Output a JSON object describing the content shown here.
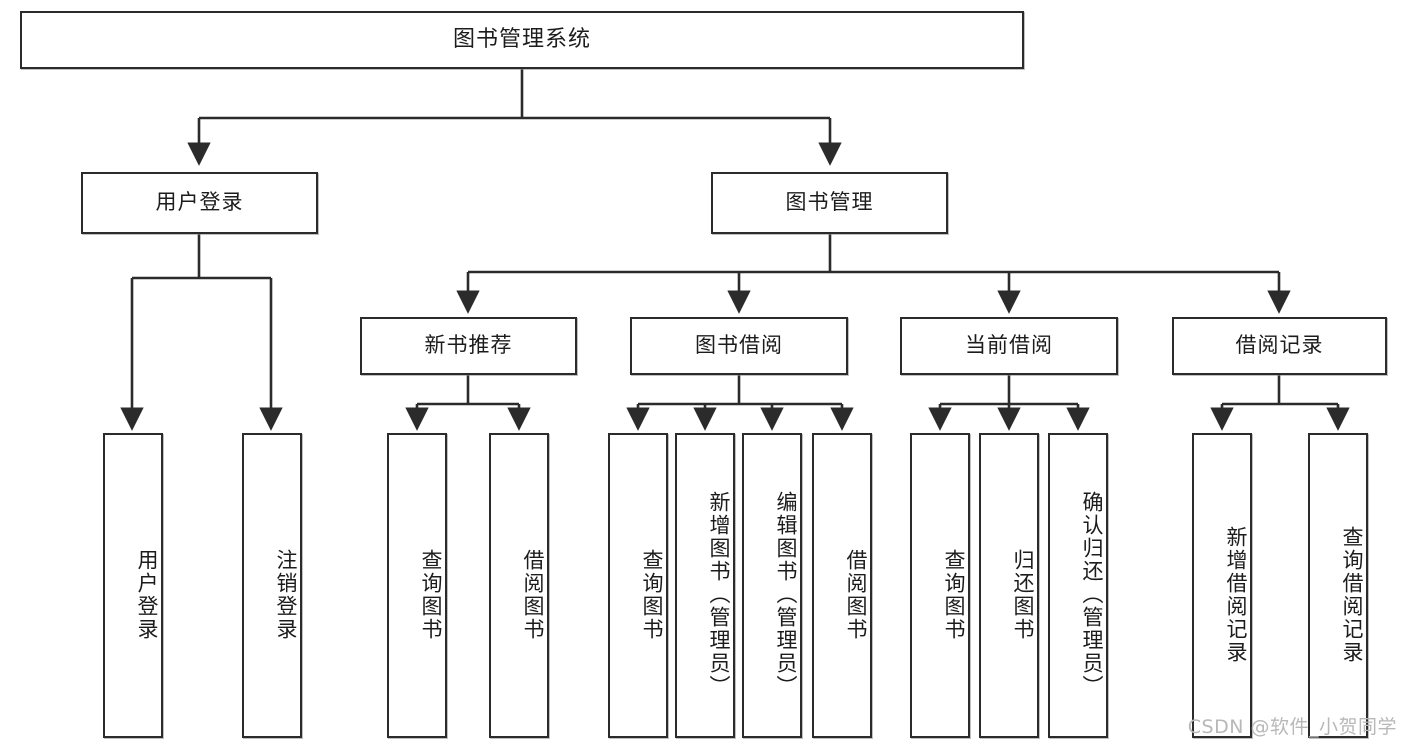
{
  "diagram": {
    "title": "图书管理系统",
    "watermark": "CSDN @软件_小贺同学",
    "nodes": {
      "root": "图书管理系统",
      "level2": [
        "用户登录",
        "图书管理"
      ],
      "level3": [
        "新书推荐",
        "图书借阅",
        "当前借阅",
        "借阅记录"
      ],
      "leaves_user_login": [
        "用户登录",
        "注销登录"
      ],
      "leaves_new_book": [
        "查询图书",
        "借阅图书"
      ],
      "leaves_borrow": [
        "查询图书",
        "新增图书（管理员）",
        "编辑图书（管理员）",
        "借阅图书"
      ],
      "leaves_current": [
        "查询图书",
        "归还图书",
        "确认归还（管理员）"
      ],
      "leaves_records": [
        "新增借阅记录",
        "查询借阅记录"
      ]
    },
    "colors": {
      "stroke": "#2b2b2b",
      "fill": "#ffffff",
      "text": "#1c1c1c",
      "watermark": "#b8b8b8"
    }
  }
}
